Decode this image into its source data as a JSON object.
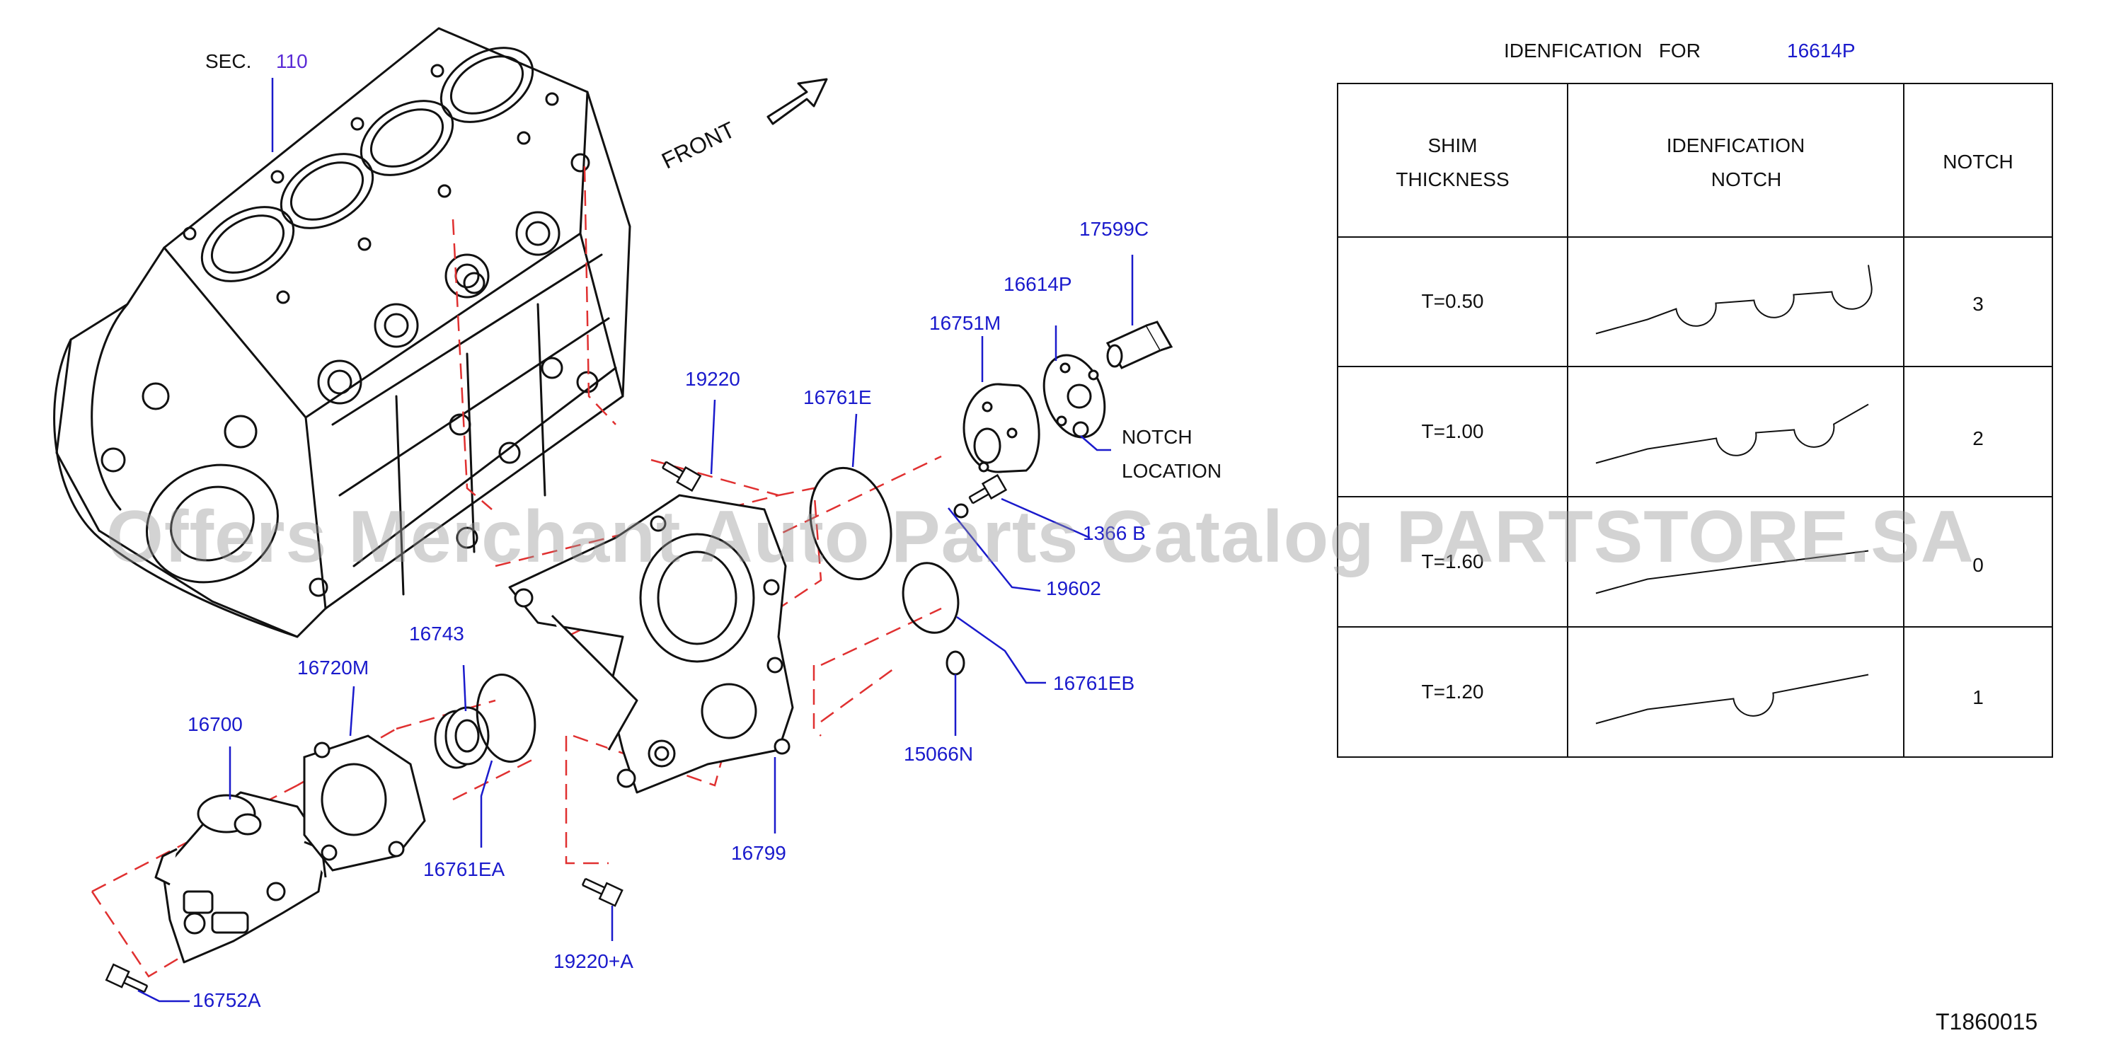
{
  "section_ref": {
    "prefix": "SEC.",
    "number": "110"
  },
  "direction_label": "FRONT",
  "part_labels": [
    {
      "id": "p17599c",
      "text": "17599C"
    },
    {
      "id": "p16614p",
      "text": "16614P"
    },
    {
      "id": "p16751m",
      "text": "16751M"
    },
    {
      "id": "p16761e",
      "text": "16761E"
    },
    {
      "id": "p19220",
      "text": "19220"
    },
    {
      "id": "p1366b",
      "text": "1366 B"
    },
    {
      "id": "p19602",
      "text": "19602"
    },
    {
      "id": "p16761eb",
      "text": "16761EB"
    },
    {
      "id": "p15066n",
      "text": "15066N"
    },
    {
      "id": "p16743",
      "text": "16743"
    },
    {
      "id": "p16720m",
      "text": "16720M"
    },
    {
      "id": "p16700",
      "text": "16700"
    },
    {
      "id": "p16761ea",
      "text": "16761EA"
    },
    {
      "id": "p16799",
      "text": "16799"
    },
    {
      "id": "p19220a",
      "text": "19220+A"
    },
    {
      "id": "p16752a",
      "text": "16752A"
    }
  ],
  "notch_location_label": [
    "NOTCH",
    "LOCATION"
  ],
  "id_table": {
    "title_prefix": "IDENFICATION   FOR",
    "title_part": "16614P",
    "headers": [
      [
        "SHIM",
        "THICKNESS"
      ],
      [
        "IDENFICATION",
        "NOTCH"
      ],
      [
        "NOTCH"
      ]
    ],
    "rows": [
      {
        "thickness": "T=0.50",
        "notches": 3,
        "notch_value": "3"
      },
      {
        "thickness": "T=1.00",
        "notches": 2,
        "notch_value": "2"
      },
      {
        "thickness": "T=1.60",
        "notches": 0,
        "notch_value": "0"
      },
      {
        "thickness": "T=1.20",
        "notches": 1,
        "notch_value": "1"
      }
    ]
  },
  "watermark": "Offers Merchant Auto Parts Catalog PARTSTORE.SA",
  "diagram_code": "T1860015",
  "colors": {
    "label_blue": "#1a1acc",
    "guide_red": "#e03030",
    "line_black": "#111111",
    "section_purple": "#5a2bd6"
  }
}
